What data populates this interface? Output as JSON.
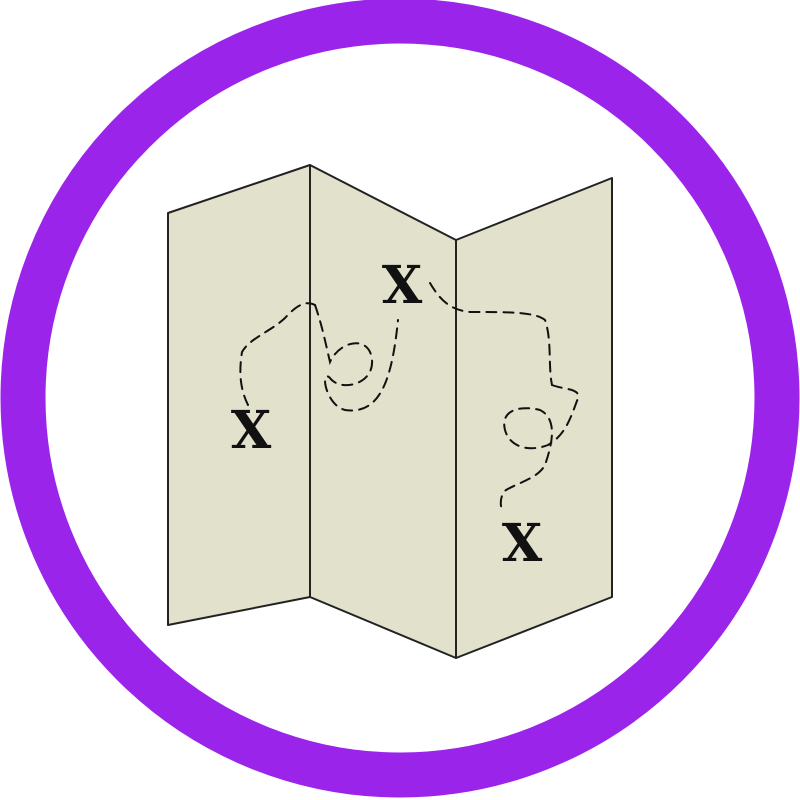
{
  "icon": {
    "name": "treasure-map-icon",
    "ring_color": "#9b24ea",
    "paper_color": "#e2e1cc",
    "line_color": "#222222",
    "path_color": "#111111"
  },
  "marks": [
    {
      "label": "X"
    },
    {
      "label": "X"
    },
    {
      "label": "X"
    }
  ]
}
